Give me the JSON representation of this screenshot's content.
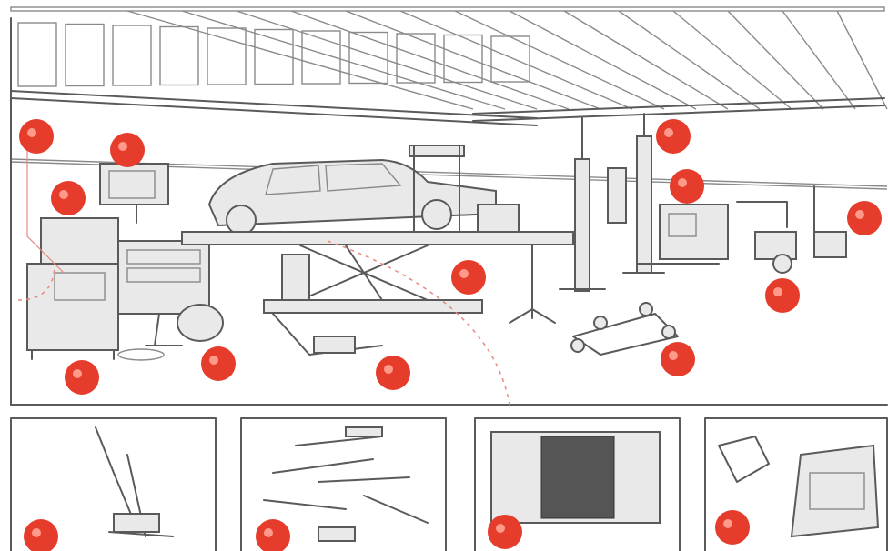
{
  "illustration": {
    "colors": {
      "line": "#5a5a5a",
      "marker": "#e53c2c",
      "panel_border": "#6b6b6b",
      "background": "#ffffff"
    },
    "workshop_scene": {
      "items": [
        {
          "name": "car-on-scissor-lift"
        },
        {
          "name": "two-post-lift"
        },
        {
          "name": "wheel-aligner-cabinet"
        },
        {
          "name": "diagnostic-cabinet"
        },
        {
          "name": "tyre-changer"
        },
        {
          "name": "wheel-balancer"
        },
        {
          "name": "wheel-dolly"
        },
        {
          "name": "tool-trolley"
        }
      ],
      "marker_count": 12
    },
    "detail_panels": [
      {
        "name": "jack-stand-detail"
      },
      {
        "name": "tools-detail"
      },
      {
        "name": "machine-cabinet-detail"
      },
      {
        "name": "engine-detail"
      }
    ]
  }
}
